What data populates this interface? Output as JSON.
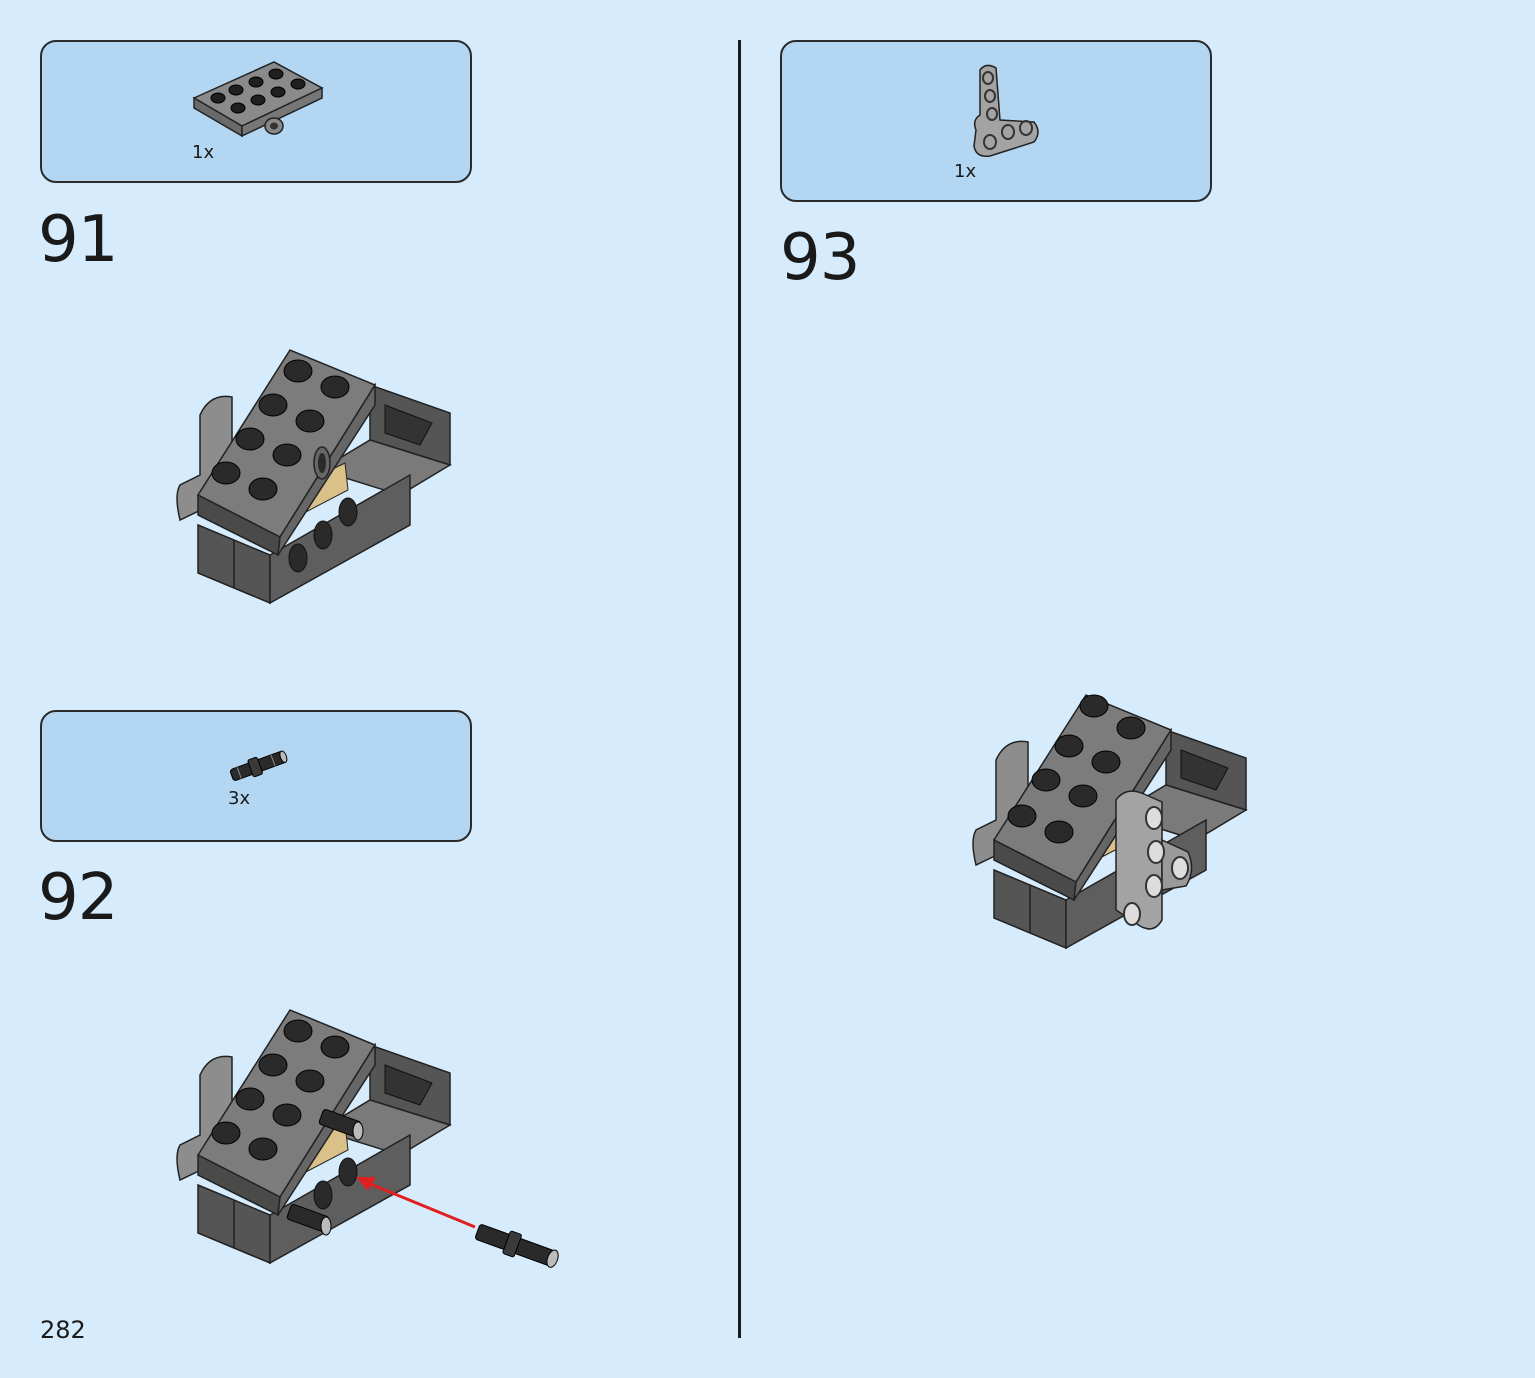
{
  "page": {
    "number": "282",
    "background": "#d6ecfc"
  },
  "steps": [
    {
      "number": "91",
      "parts": [
        {
          "qty": "1x",
          "icon": "plate-2x4-with-pin-hole-icon",
          "color": "#7a7a7a"
        }
      ]
    },
    {
      "number": "92",
      "parts": [
        {
          "qty": "3x",
          "icon": "technic-pin-black-icon",
          "color": "#2a2a2a"
        }
      ]
    },
    {
      "number": "93",
      "parts": [
        {
          "qty": "1x",
          "icon": "technic-t-beam-icon",
          "color": "#a0a0a0"
        }
      ]
    }
  ],
  "colors": {
    "parts_box": "#b3d7f3",
    "dark_gray": "#5a5a5a",
    "light_gray": "#9c9c9c",
    "tan": "#d9c189",
    "arrow": "#e02020"
  }
}
